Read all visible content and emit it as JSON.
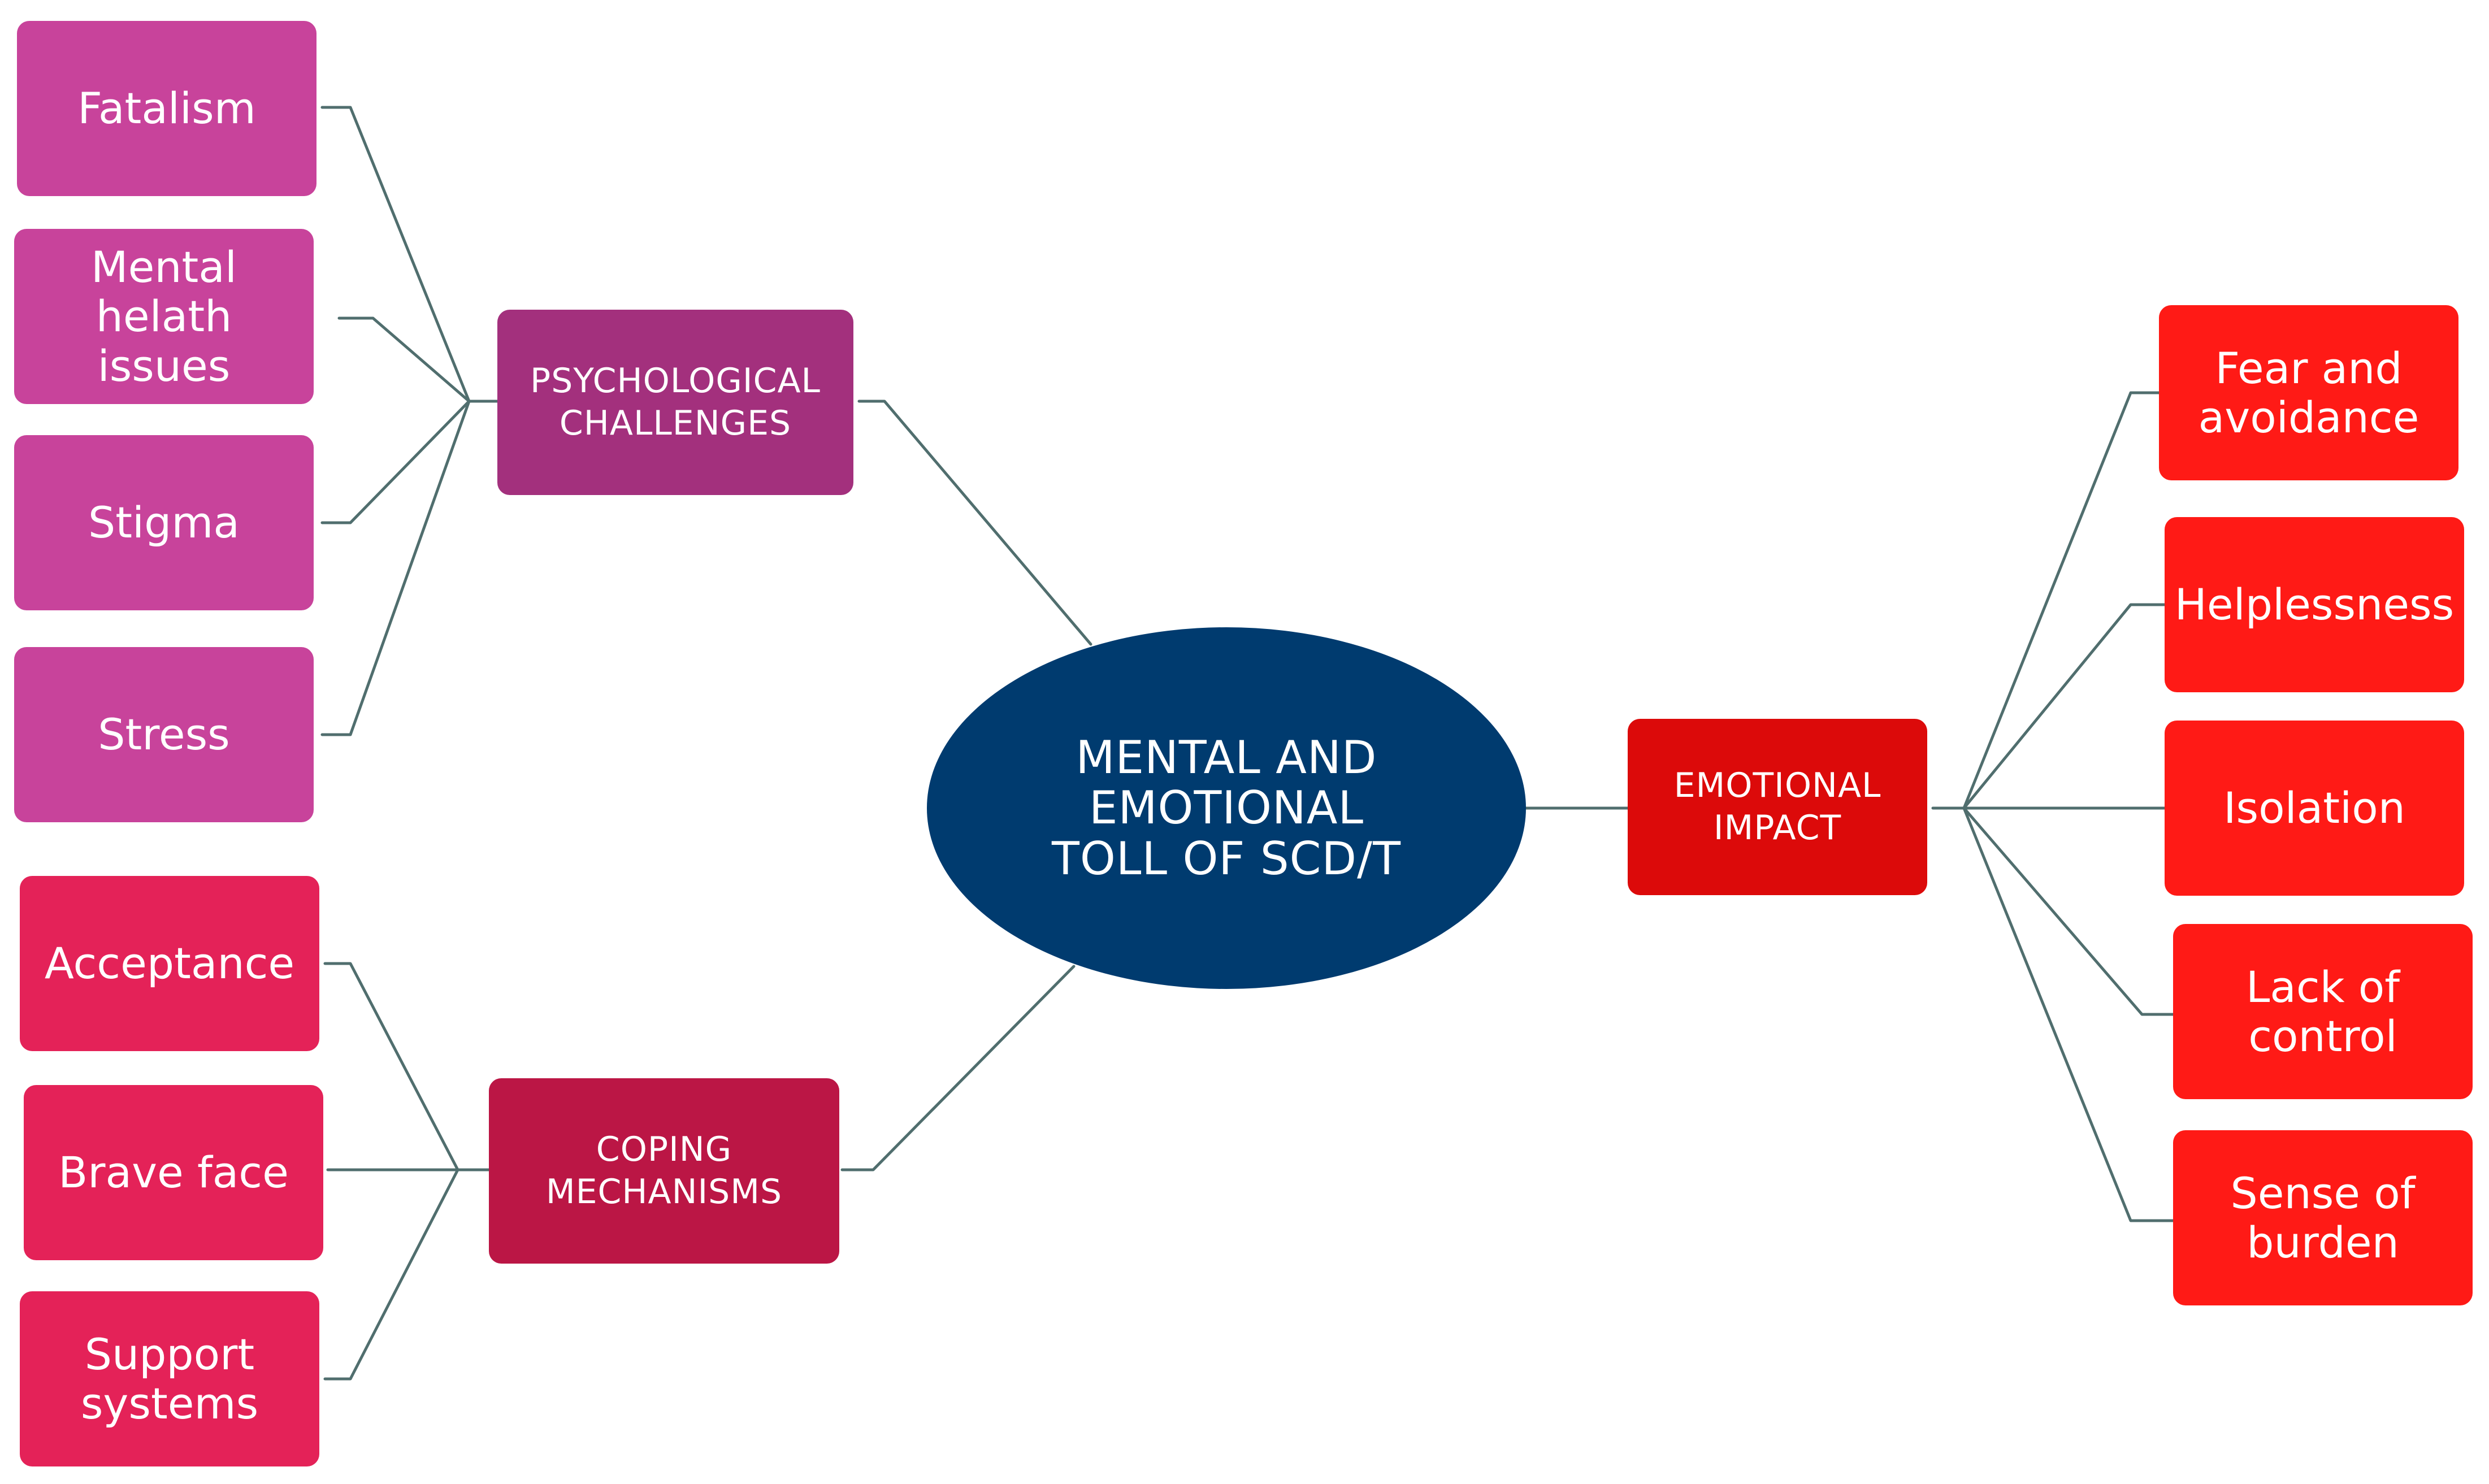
{
  "colors": {
    "center": "#003B6F",
    "psychological_category": "#A3307D",
    "psychological_items": "#C8439B",
    "coping_category": "#BB1645",
    "coping_items": "#E42258",
    "emotional_category": "#DC0A0A",
    "emotional_items": "#FF1A16",
    "connector": "#506E6E"
  },
  "diagram": {
    "center": {
      "label": "MENTAL AND\nEMOTIONAL\nTOLL OF SCD/T"
    },
    "psychological": {
      "label": "PSYCHOLOGICAL\nCHALLENGES",
      "items": [
        "Fatalism",
        "Mental\nhelath issues",
        "Stigma",
        "Stress"
      ]
    },
    "coping": {
      "label": "COPING\nMECHANISMS",
      "items": [
        "Acceptance",
        "Brave face",
        "Support\nsystems"
      ]
    },
    "emotional": {
      "label": "EMOTIONAL\nIMPACT",
      "items": [
        "Fear and\navoidance",
        "Helplessness",
        "Isolation",
        "Lack of\ncontrol",
        "Sense of\nburden"
      ]
    }
  }
}
